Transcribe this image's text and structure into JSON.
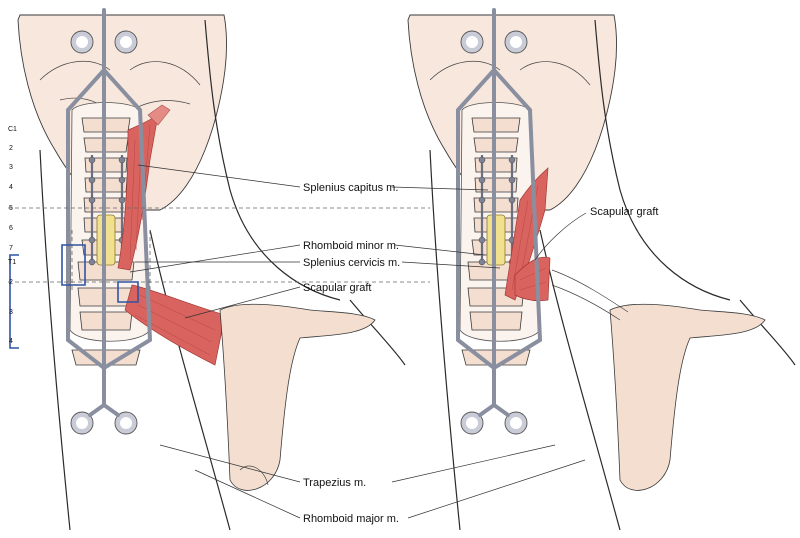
{
  "levels_left": [
    "C1",
    "2",
    "3",
    "4",
    "5",
    "6",
    "7",
    "T1",
    "2",
    "3",
    "4"
  ],
  "labels": {
    "splenius_capitus": "Splenius capitus m.",
    "rhomboid_minor": "Rhomboid minor m.",
    "splenius_cervicis": "Splenius cervicis m.",
    "scapular_graft_left": "Scapular graft",
    "scapular_graft_right": "Scapular graft",
    "trapezius": "Trapezius m.",
    "rhomboid_major": "Rhomboid major m."
  },
  "colors": {
    "muscle": "#d9635f",
    "bone_graft": "#f1e08e",
    "bracket": "#2f54a6",
    "retractor": "#c9ccd6"
  }
}
